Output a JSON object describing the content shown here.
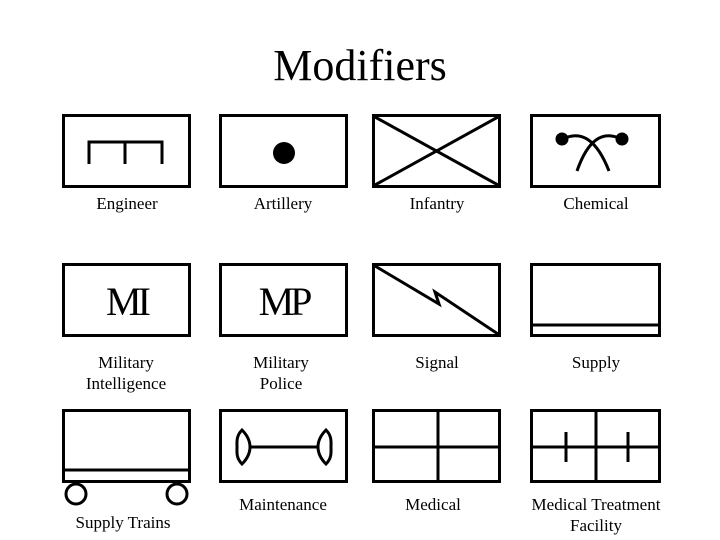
{
  "title": "Modifiers",
  "colors": {
    "stroke": "#000000",
    "background": "#ffffff"
  },
  "modifiers": [
    {
      "label": "Engineer",
      "symbol": "engineer-icon"
    },
    {
      "label": "Artillery",
      "symbol": "artillery-icon"
    },
    {
      "label": "Infantry",
      "symbol": "infantry-icon"
    },
    {
      "label": "Chemical",
      "symbol": "chemical-icon"
    },
    {
      "label": "Military\nIntelligence",
      "symbol": "text-mark",
      "mark": "MI"
    },
    {
      "label": "Military\nPolice",
      "symbol": "text-mark",
      "mark": "MP"
    },
    {
      "label": "Signal",
      "symbol": "signal-icon"
    },
    {
      "label": "Supply",
      "symbol": "supply-icon"
    },
    {
      "label": "Supply Trains",
      "symbol": "supply-trains-icon"
    },
    {
      "label": "Maintenance",
      "symbol": "maintenance-icon"
    },
    {
      "label": "Medical",
      "symbol": "medical-icon"
    },
    {
      "label": "Medical Treatment\nFacility",
      "symbol": "medical-treatment-facility-icon"
    }
  ]
}
